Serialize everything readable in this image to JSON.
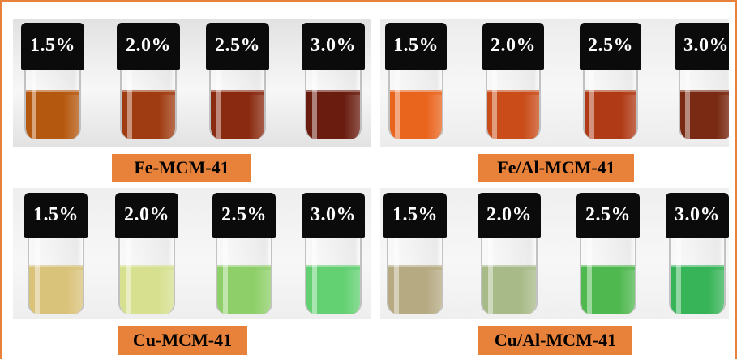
{
  "colors": {
    "frame": "#e8823a",
    "label_bg": "#e8823a",
    "cap": "#0b0b0b"
  },
  "panels": [
    {
      "label": "Fe-MCM-41",
      "background": "#e2e2e2",
      "vials": [
        {
          "cap_label": "1.5%",
          "liquid": "#b5580f"
        },
        {
          "cap_label": "2.0%",
          "liquid": "#a03c12"
        },
        {
          "cap_label": "2.5%",
          "liquid": "#8a2a10"
        },
        {
          "cap_label": "3.0%",
          "liquid": "#6a1c0f"
        }
      ]
    },
    {
      "label": "Fe/Al-MCM-41",
      "background": "#ececec",
      "vials": [
        {
          "cap_label": "1.5%",
          "liquid": "#e9651e"
        },
        {
          "cap_label": "2.0%",
          "liquid": "#c94c19"
        },
        {
          "cap_label": "2.5%",
          "liquid": "#b03a15"
        },
        {
          "cap_label": "3.0%",
          "liquid": "#7a2a12"
        }
      ]
    },
    {
      "label": "Cu-MCM-41",
      "background": "#eeeeee",
      "vials": [
        {
          "cap_label": "1.5%",
          "liquid": "#d9c27a"
        },
        {
          "cap_label": "2.0%",
          "liquid": "#d6e08e"
        },
        {
          "cap_label": "2.5%",
          "liquid": "#8fcf6a"
        },
        {
          "cap_label": "3.0%",
          "liquid": "#63d072"
        }
      ]
    },
    {
      "label": "Cu/Al-MCM-41",
      "background": "#efefef",
      "vials": [
        {
          "cap_label": "1.5%",
          "liquid": "#b5aa82"
        },
        {
          "cap_label": "2.0%",
          "liquid": "#a8ba88"
        },
        {
          "cap_label": "2.5%",
          "liquid": "#4fb84e"
        },
        {
          "cap_label": "3.0%",
          "liquid": "#36b457"
        }
      ]
    }
  ]
}
